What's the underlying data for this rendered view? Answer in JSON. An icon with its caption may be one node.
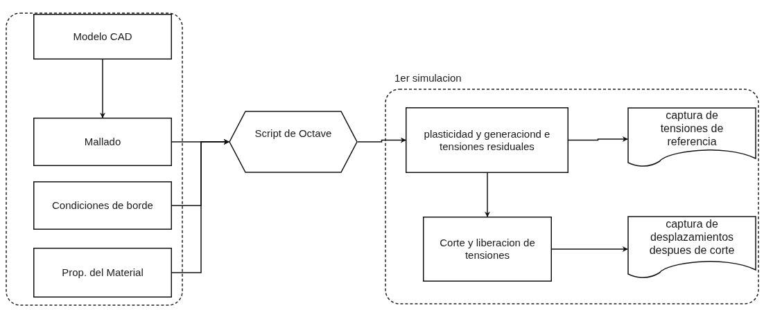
{
  "diagram": {
    "nodes": [
      {
        "text": [],
        "shape": "box"
      },
      {
        "text": [
          "Modelo CAD"
        ],
        "in": 0
      },
      {
        "text": [
          "Mallado"
        ],
        "in": 0
      },
      {
        "text": [
          "Condiciones de borde"
        ],
        "in": 0
      },
      {
        "text": [
          "Prop. del Material"
        ],
        "in": 0
      },
      {
        "text": [
          "Script de Octave"
        ]
      },
      {
        "text": [
          "1er simulacion"
        ]
      },
      {
        "text": [
          "plasticidad y generaciond e tensiones residuales"
        ],
        "in": 6
      },
      {
        "text": [
          "captura de tensiones de referencia"
        ],
        "in": 6
      },
      {
        "text": [
          "Corte y liberacion de tensiones"
        ],
        "in": 6
      },
      {
        "text": [
          "captura de desplazamientos despues de corte"
        ],
        "in": 6
      }
    ],
    "edges": [
      {
        "from": 1,
        "to": 2,
        "arrow": "to"
      },
      {
        "from": 2,
        "to": 5,
        "arrow": "to"
      },
      {
        "from": 3,
        "to": 5,
        "arrow": "to"
      },
      {
        "from": 4,
        "to": 5,
        "arrow": "to"
      },
      {
        "from": 5,
        "to": 7,
        "arrow": "to"
      },
      {
        "from": 7,
        "to": 8,
        "arrow": "to"
      },
      {
        "from": 7,
        "to": 9,
        "arrow": "to"
      },
      {
        "from": 9,
        "to": 10,
        "arrow": "to"
      }
    ]
  }
}
